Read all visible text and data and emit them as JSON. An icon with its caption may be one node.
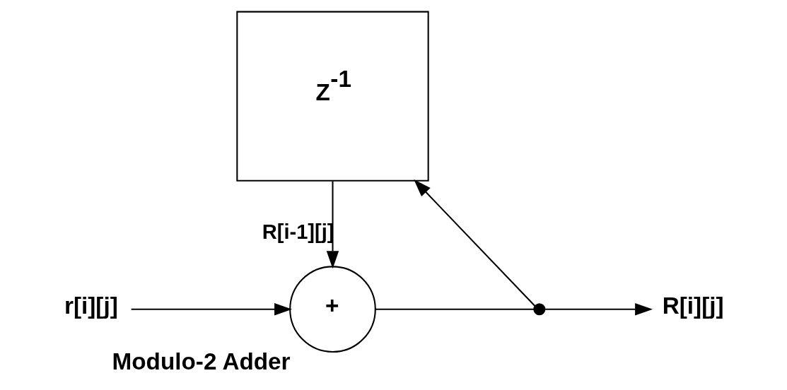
{
  "diagram": {
    "nodes": [
      {
        "text": [
          "r[i][j]"
        ]
      },
      {
        "text": [
          "+"
        ],
        "beside": [
          "Modulo-2 Adder"
        ]
      },
      {
        "text": [],
        "shape": "circle"
      },
      {
        "text": [
          "R[i][j]"
        ]
      },
      {
        "text": [
          "Z$^{-1}$"
        ]
      }
    ],
    "edges": [
      {
        "from": 0,
        "to": 1,
        "arrow": "to"
      },
      {
        "from": 1,
        "to": 2,
        "arrow": "none"
      },
      {
        "from": 2,
        "to": 3,
        "arrow": "to"
      },
      {
        "from": 2,
        "to": 4,
        "arrow": "to"
      },
      {
        "from": 4,
        "to": 1,
        "arrow": "to",
        "label": "R[i-1][j]"
      }
    ]
  }
}
